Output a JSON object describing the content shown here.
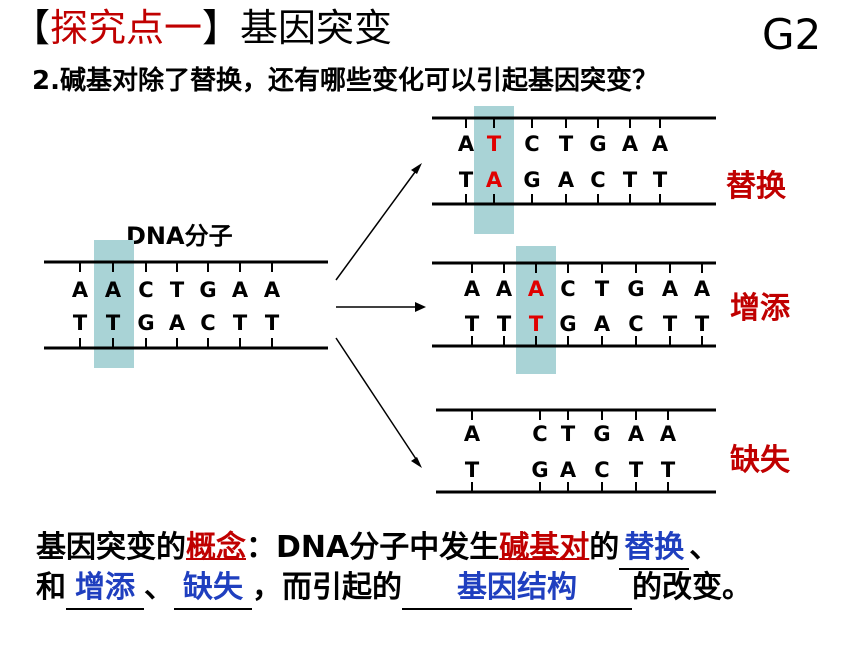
{
  "title": {
    "bracket_open": "【",
    "highlight": "探究点一",
    "bracket_close": "】",
    "rest": "基因突变"
  },
  "tag": "G2",
  "question": "2.碱基对除了替换，还有哪些变化可以引起基因突变？",
  "dna_label": "DNA分子",
  "original": {
    "top": [
      "A",
      "A",
      "C",
      "T",
      "G",
      "A",
      "A"
    ],
    "bottom": [
      "T",
      "T",
      "G",
      "A",
      "C",
      "T",
      "T"
    ]
  },
  "substitution": {
    "label": "替换",
    "top": [
      "A",
      "T",
      "C",
      "T",
      "G",
      "A",
      "A"
    ],
    "bottom": [
      "T",
      "A",
      "G",
      "A",
      "C",
      "T",
      "T"
    ]
  },
  "addition": {
    "label": "增添",
    "top": [
      "A",
      "A",
      "A",
      "C",
      "T",
      "G",
      "A",
      "A"
    ],
    "bottom": [
      "T",
      "T",
      "T",
      "G",
      "A",
      "C",
      "T",
      "T"
    ]
  },
  "deletion": {
    "label": "缺失",
    "top": [
      "A",
      "C",
      "T",
      "G",
      "A",
      "A"
    ],
    "bottom": [
      "T",
      "G",
      "A",
      "C",
      "T",
      "T"
    ]
  },
  "colors": {
    "red": "#c00000",
    "blue": "#1f3fbf",
    "highlight": "#a9d3d6"
  },
  "concept": {
    "part1": "基因突变的",
    "term": "概念",
    "part2": "：DNA分子中发生",
    "term2": "碱基对",
    "part3": "的",
    "blank1": "替换",
    "part4": "、",
    "part5": "和",
    "blank2": "增添",
    "part6": "、",
    "blank3": "缺失",
    "part7": "，而引起的",
    "blank4": "基因结构",
    "part8": "的改变。"
  }
}
